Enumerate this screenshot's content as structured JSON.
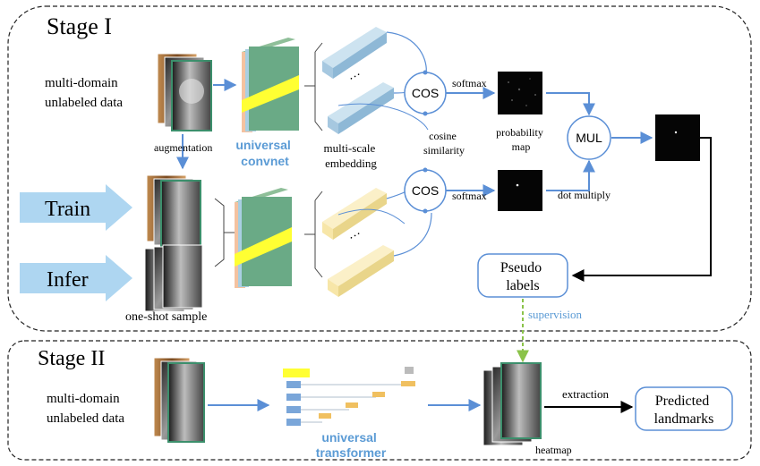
{
  "stage1": {
    "title": "Stage I",
    "input_label_1": "multi-domain",
    "input_label_2": "unlabeled data",
    "augmentation": "augmentation",
    "convnet_1": "universal",
    "convnet_2": "convnet",
    "embedding_1": "multi-scale",
    "embedding_2": "embedding",
    "cos_upper": "COS",
    "cos_lower": "COS",
    "cosine_1": "cosine",
    "cosine_2": "similarity",
    "softmax_upper": "softmax",
    "softmax_lower": "softmax",
    "prob_map_1": "probability",
    "prob_map_2": "map",
    "mul": "MUL",
    "dot_multiply": "dot multiply",
    "train": "Train",
    "infer": "Infer",
    "one_shot": "one-shot sample",
    "pseudo_1": "Pseudo",
    "pseudo_2": "labels",
    "ellipsis": "···"
  },
  "supervision": "supervision",
  "stage2": {
    "title": "Stage II",
    "input_label_1": "multi-domain",
    "input_label_2": "unlabeled data",
    "transformer_1": "universal",
    "transformer_2": "transformer",
    "extraction": "extraction",
    "heatmap": "heatmap",
    "predicted_1": "Predicted",
    "predicted_2": "landmarks"
  },
  "colors": {
    "accent_blue": "#5b9bd5",
    "arrow_blue": "#5b8fd6",
    "train_infer_blue": "#aed6f1",
    "convnet_green": "#6aaa86",
    "highlight_yellow": "#ffff33",
    "embed_blue": "#a6c8e0",
    "embed_yellow": "#f7e6a8",
    "supervision_green": "#8bc34a"
  }
}
